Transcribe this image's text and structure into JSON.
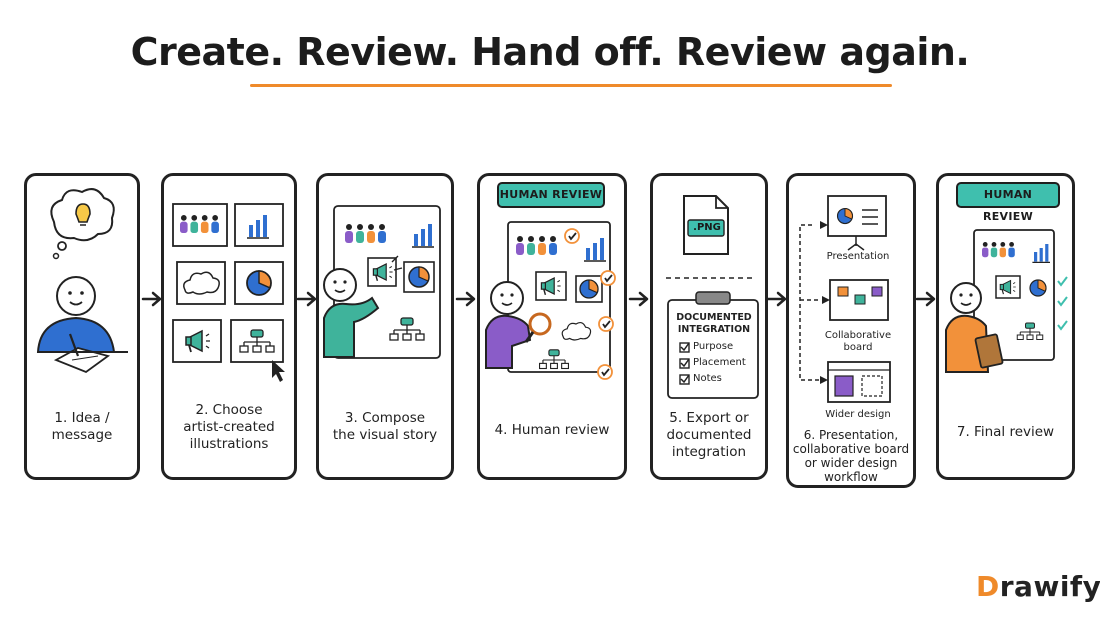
{
  "title": "Create. Review. Hand off. Review again.",
  "brand": {
    "first_letter": "D",
    "rest": "rawify"
  },
  "colors": {
    "accent": "#ef8a2a",
    "teal": "#3fbfae",
    "blue": "#2f6fd0",
    "purple": "#8a5cc8",
    "green": "#3fb39b",
    "orange": "#f2913a",
    "ink": "#222222"
  },
  "steps": [
    {
      "lines": [
        "1. Idea /",
        "message"
      ],
      "icon": "lightbulb-thought-icon"
    },
    {
      "lines": [
        "2. Choose",
        "artist-created",
        "illustrations"
      ],
      "icon": "illustration-grid-icon"
    },
    {
      "lines": [
        "3. Compose",
        "the visual story"
      ],
      "icon": "board-compose-icon"
    },
    {
      "lines": [
        "4. Human review"
      ],
      "badge": "HUMAN REVIEW",
      "icon": "magnifier-icon"
    },
    {
      "lines": [
        "5. Export or",
        "documented",
        "integration"
      ],
      "icon": "png-file-icon",
      "png_label": ".PNG",
      "clipboard_title": [
        "DOCUMENTED",
        "INTEGRATION"
      ],
      "checklist": [
        "Purpose",
        "Placement",
        "Notes"
      ]
    },
    {
      "lines": [
        "6. Presentation,",
        "collaborative board",
        "or wider design",
        "workflow"
      ],
      "icon": "presentation-icon",
      "destinations": [
        [
          "Presentation"
        ],
        [
          "Collaborative",
          "board"
        ],
        [
          "Wider design"
        ]
      ]
    },
    {
      "lines": [
        "7. Final review"
      ],
      "badge": "HUMAN REVIEW",
      "icon": "clipboard-icon"
    }
  ]
}
